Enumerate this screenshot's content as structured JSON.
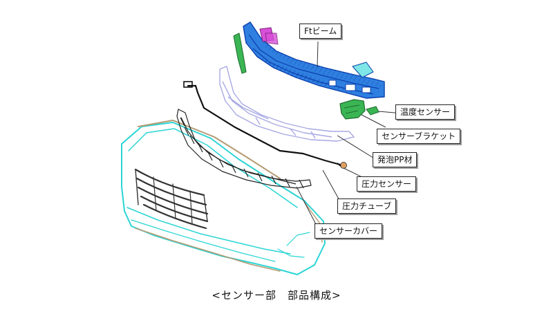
{
  "labels": {
    "ft_beam": "Ftビーム",
    "temp_sensor": "温度センサー",
    "sensor_bracket": "センサーブラケット",
    "foam_pp": "発泡PP材",
    "pressure_sensor": "圧力センサー",
    "pressure_tube": "圧力チューブ",
    "sensor_cover": "センサーカバー"
  },
  "caption": "<センサー部　部品構成>",
  "colors": {
    "beam": "#2f7fe0",
    "beam_dark": "#0b3fae",
    "foam": "#a6a8e2",
    "tube": "#111111",
    "cover": "#222222",
    "bumper": "#2ad4d4",
    "bumper_trim": "#b49a72",
    "bracket": "#3bb554",
    "accent_magenta": "#d84fd8",
    "sensor_orange": "#e0a060"
  }
}
